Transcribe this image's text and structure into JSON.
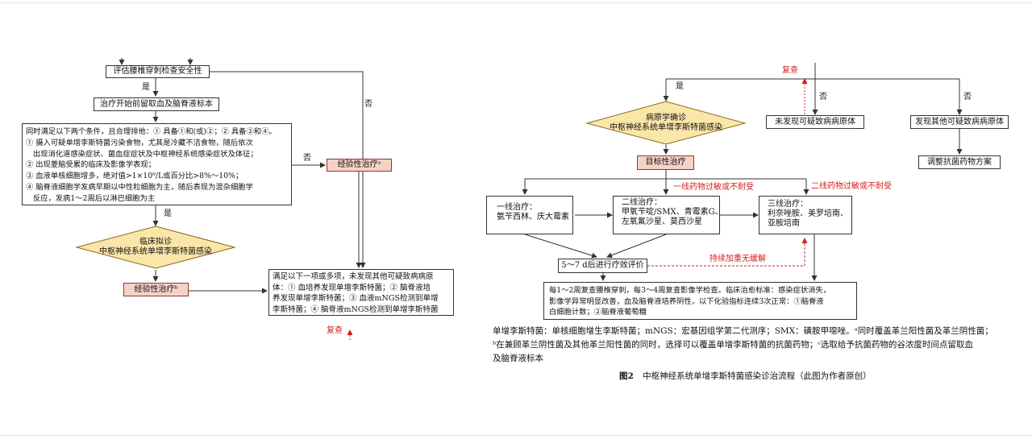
{
  "left": {
    "assess_box": "评估腰椎穿刺检查安全性",
    "yes_1": "是",
    "collect_box": "治疗开始前留取血及脑脊液标本",
    "no_right": "否",
    "criteria_box": "同时满足以下两个条件，且合理排他：① 具备①和(或)②；② 具备③和④。\n① 摄入可疑单增李斯特菌污染食物，尤其是冷藏不洁食物，随后依次\n   出现消化道感染症状、菌血症症状及中枢神经系统感染症状及体征；\n② 出现菱脑受累的临床及影像学表现；\n③ 血液单核细胞增多，绝对值>1×10⁹/L或百分比>8%～10%；\n④ 脑脊液细胞学发病早期以中性粒细胞为主，随后表现为混杂细胞学\n   反应，发病1～2周后以淋巴细胞为主",
    "no_mid": "否",
    "empiric_right": "经验性治疗ᵃ",
    "yes_2": "是",
    "diamond": "临床拟诊\n中枢神经系统单增李斯特菌感染",
    "empiric_left": "经验性治疗ᵇ",
    "meet_box": "满足以下一项或多项，未发现其他可疑致病病原\n体：① 血培养发现单增李斯特菌；② 脑脊液培\n养发现单增李斯特菌；③ 血液mNGS检测到单增\n李斯特菌；④ 脑脊液mNGS检测到单增李斯特菌",
    "recheck": "复查"
  },
  "right": {
    "recheck": "复查",
    "yes": "是",
    "no_1": "否",
    "no_2": "否",
    "diamond": "病原学确诊\n中枢神经系统单增李斯特菌感染",
    "not_found_box": "未发现可疑致病病原体",
    "other_found_box": "发现其他可疑致病病原体",
    "adjust_box": "调整抗菌药物方案",
    "targeted_box": "目标性治疗",
    "first_line": "一线治疗：\n氨苄西林、庆大霉素",
    "second_line": "二线治疗：\n甲氧苄啶/SMX、青霉素G、\n左氧氟沙星、莫西沙星",
    "third_line": "三线治疗：\n利奈唑胺、美罗培南、\n亚胺培南",
    "allergy_1": "一线药物过敏或不耐受",
    "allergy_2": "二线药物过敏或不耐受",
    "evaluate_box": "5～7 d后进行疗效评价",
    "persist": "持续加重无缓解",
    "final_box": "每1～2周复查腰椎穿刺，每3～4周复查影像学检查。临床治愈标准：感染症状消失，\n影像学异常明显改善，血及脑脊液培养阴性，以下化验指标连续3次正常：①脑脊液\n白细胞计数；②脑脊液葡萄糖",
    "footnote": "单增李斯特菌：单核细胞增生李斯特菌；mNGS：宏基因组学第二代测序；SMX：磺胺甲噁唑。ᵃ同时覆盖革兰阳性菌及革兰阴性菌；\nᵇ在兼顾革兰阴性菌及其他革兰阳性菌的同时，选择可以覆盖单增李斯特菌的抗菌药物；ᶜ选取给予抗菌药物的谷浓度时间点留取血\n及脑脊液标本",
    "fig_label": "图2",
    "fig_title": "中枢神经系统单增李斯特菌感染诊治流程（此图为作者原创）"
  },
  "colors": {
    "pink_fill": "#f6d2c6",
    "diamond_fill": "#fbe6a9",
    "red": "#d21f1f",
    "line": "#333333"
  }
}
